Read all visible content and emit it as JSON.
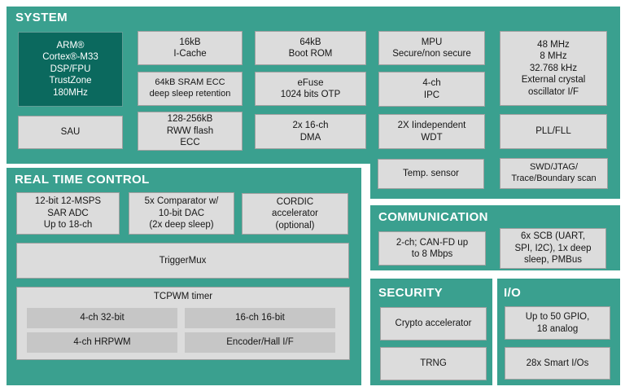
{
  "palette": {
    "section_teal": "#3AA08F",
    "cpu_block_dark_teal": "#0B695E",
    "block_gray": "#DCDCDC",
    "block_border_gray": "#A0A0A0",
    "inner_block_gray": "#C6C6C6",
    "header_text": "#FFFFFF",
    "block_text": "#161616",
    "page_background": "#FFFFFF"
  },
  "system": {
    "title": "SYSTEM",
    "cpu": [
      "ARM®",
      "Cortex®-M33",
      "DSP/FPU",
      "TrustZone",
      "180MHz"
    ],
    "sau": [
      "SAU"
    ],
    "icache": [
      "16kB",
      "I-Cache"
    ],
    "sram": [
      "64kB SRAM ECC",
      "deep sleep retention"
    ],
    "flash": [
      "128-256kB",
      "RWW flash",
      "ECC"
    ],
    "bootrom": [
      "64kB",
      "Boot ROM"
    ],
    "efuse": [
      "eFuse",
      "1024 bits OTP"
    ],
    "dma": [
      "2x 16-ch",
      "DMA"
    ],
    "mpu": [
      "MPU",
      "Secure/non secure"
    ],
    "ipc": [
      "4-ch",
      "IPC"
    ],
    "wdt": [
      "2X Iindependent",
      "WDT"
    ],
    "temp_sensor": [
      "Temp. sensor"
    ],
    "clocks": [
      "48 MHz",
      "8 MHz",
      "32.768 kHz",
      "External crystal",
      "oscillator I/F"
    ],
    "pll": [
      "PLL/FLL"
    ],
    "swd": [
      "SWD/JTAG/",
      "Trace/Boundary scan"
    ]
  },
  "real_time_control": {
    "title": "REAL TIME CONTROL",
    "adc": [
      "12-bit 12-MSPS",
      "SAR ADC",
      "Up to 18-ch"
    ],
    "comparator": [
      "5x Comparator w/",
      "10-bit DAC",
      "(2x deep sleep)"
    ],
    "cordic": [
      "CORDIC",
      "accelerator",
      "(optional)"
    ],
    "triggermux": [
      "TriggerMux"
    ],
    "tcpwm": {
      "title": "TCPWM timer",
      "ch32": [
        "4-ch 32-bit"
      ],
      "ch16": [
        "16-ch 16-bit"
      ],
      "hrpwm": [
        "4-ch HRPWM"
      ],
      "encoder": [
        "Encoder/Hall I/F"
      ]
    }
  },
  "communication": {
    "title": "COMMUNICATION",
    "canfd": [
      "2-ch; CAN-FD up",
      "to 8 Mbps"
    ],
    "scb": [
      "6x SCB (UART,",
      "SPI, I2C), 1x deep",
      "sleep, PMBus"
    ]
  },
  "security": {
    "title": "SECURITY",
    "crypto": [
      "Crypto accelerator"
    ],
    "trng": [
      "TRNG"
    ]
  },
  "io": {
    "title": "I/O",
    "gpio": [
      "Up to 50 GPIO,",
      "18 analog"
    ],
    "smart_io": [
      "28x Smart I/Os"
    ]
  }
}
